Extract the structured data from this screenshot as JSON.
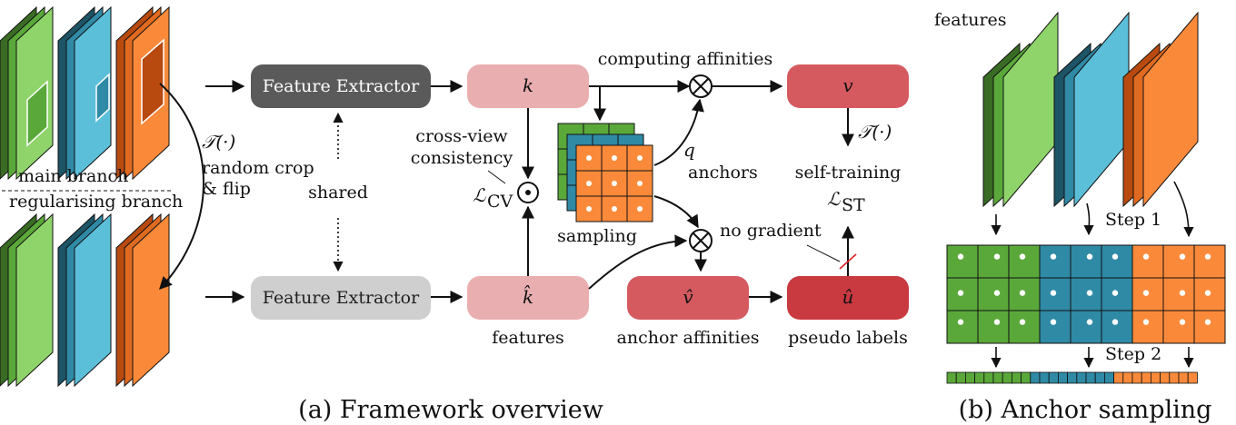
{
  "boxes": {
    "feature_extractor_top": "Feature Extractor",
    "feature_extractor_bottom": "Feature Extractor",
    "k": "k",
    "k_hat": "k̂",
    "v": "v",
    "v_hat": "v̂",
    "u_hat": "û"
  },
  "labels": {
    "computing_affinities": "computing affinities",
    "cross_view_1": "cross-view",
    "cross_view_2": "consistency",
    "loss_cv": "ℒ",
    "loss_cv_sub": "CV",
    "shared": "shared",
    "transform_left": "𝒯(·)",
    "random_crop_1": "random crop",
    "random_crop_2": "& flip",
    "main_branch": "main branch",
    "regularising_branch": "regularising branch",
    "sampling": "sampling",
    "q": "q",
    "anchors": "anchors",
    "transform_right": "𝒯(·)",
    "self_training": "self-training",
    "loss_st": "ℒ",
    "loss_st_sub": "ST",
    "no_gradient": "no gradient",
    "features_bottom": "features",
    "anchor_affinities": "anchor affinities",
    "pseudo_labels": "pseudo labels",
    "features_right": "features",
    "step1": "Step 1",
    "step2": "Step 2"
  },
  "captions": {
    "a": "(a) Framework overview",
    "b": "(b) Anchor sampling"
  },
  "colors": {
    "green_dark": "#3a6b24",
    "green_mid": "#5aa83a",
    "green_light": "#8fd46a",
    "blue_dark": "#1d5466",
    "blue_mid": "#2f8aa6",
    "blue_light": "#5cbfd9",
    "orange_dark": "#b84a10",
    "orange_mid": "#e06a20",
    "orange_light": "#fa8a3a",
    "box_dark_gray": "#5a5a5a",
    "box_light_gray": "#cfcfcf",
    "box_pink": "#e9aeb0",
    "box_red": "#d55a60",
    "box_dark_red": "#c83a40"
  }
}
